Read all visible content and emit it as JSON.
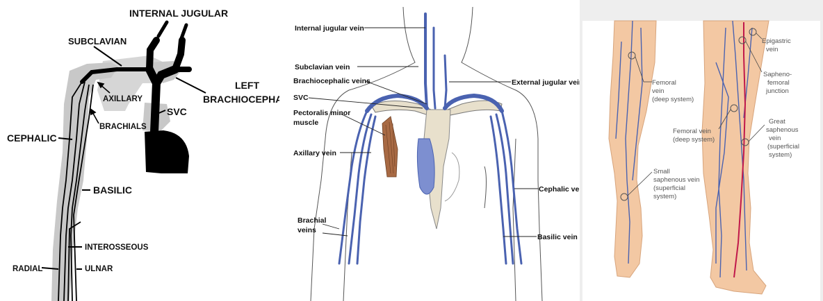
{
  "panel1": {
    "labels": {
      "internal_jugular": "INTERNAL  JUGULAR",
      "subclavian": "SUBCLAVIAN",
      "left": "LEFT",
      "brachiocephalic": "BRACHIOCEPHALIC",
      "axillary": "AXILLARY",
      "svc": "SVC",
      "brachials": "BRACHIALS",
      "cephalic": "CEPHALIC",
      "basilic": "BASILIC",
      "interosseous": "INTEROSSEOUS",
      "radial": "RADIAL",
      "ulnar": "ULNAR"
    }
  },
  "panel2": {
    "labels": {
      "internal_jugular_vein": "Internal jugular vein",
      "subclavian_vein": "Subclavian vein",
      "brachiocephalic_veins": "Brachiocephalic veins",
      "svc": "SVC",
      "pectoralis_minor_1": "Pectoralis minor",
      "pectoralis_minor_2": "muscle",
      "axillary_vein": "Axillary vein",
      "brachial_1": "Brachial",
      "brachial_2": "veins",
      "external_jugular_vein": "External jugular vein",
      "cephalic_vein": "Cephalic vein",
      "basilic_vein": "Basilic vein"
    }
  },
  "panel3": {
    "labels": {
      "femoral_deep_1": "Femoral",
      "femoral_deep_2": "vein",
      "femoral_deep_3": "(deep system)",
      "femoral_vein_1": "Femoral vein",
      "femoral_vein_2": "(deep system)",
      "small_saph_1": "Small",
      "small_saph_2": "saphenous vein",
      "small_saph_3": "(superficial",
      "small_saph_4": "system)",
      "epigastric_1": "Epigastric",
      "epigastric_2": "vein",
      "sfj_1": "Sapheno-",
      "sfj_2": "femoral",
      "sfj_3": "junction",
      "great_saph_1": "Great",
      "great_saph_2": "saphenous",
      "great_saph_3": "vein",
      "great_saph_4": "(superficial",
      "great_saph_5": "system)"
    }
  },
  "colors": {
    "vein_blue": "#4a62b0",
    "great_saphenous": "#c0184a",
    "skin": "#f3c8a3",
    "bone": "#e8e0cc",
    "muscle": "#a86a44"
  }
}
